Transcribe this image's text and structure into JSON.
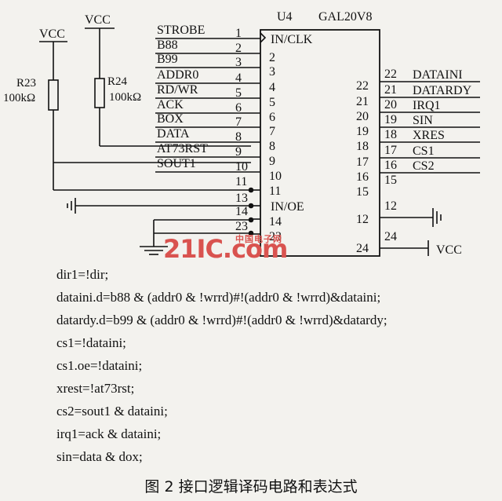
{
  "labels": {
    "chip": "U4",
    "part": "GAL20V8",
    "vcc1": "VCC",
    "vcc2": "VCC",
    "vcc3": "VCC",
    "r23": "R23",
    "r23v": "100kΩ",
    "r24": "R24",
    "r24v": "100kΩ",
    "inclk": "IN/CLK",
    "inoe": "IN/OE"
  },
  "left_pins": [
    {
      "signal": "STROBE",
      "ext": "1",
      "int": ""
    },
    {
      "signal": "B88",
      "ext": "2",
      "int": "2"
    },
    {
      "signal": "B99",
      "ext": "3",
      "int": "3"
    },
    {
      "signal": "ADDR0",
      "ext": "4",
      "int": "4"
    },
    {
      "signal": "RD/WR",
      "ext": "5",
      "int": "5"
    },
    {
      "signal": "ACK",
      "ext": "6",
      "int": "6"
    },
    {
      "signal": "BOX",
      "ext": "7",
      "int": "7"
    },
    {
      "signal": "DATA",
      "ext": "8",
      "int": "8"
    },
    {
      "signal": "AT73RST",
      "ext": "9",
      "int": "9"
    },
    {
      "signal": "SOUT1",
      "ext": "10",
      "int": "10"
    },
    {
      "signal": "",
      "ext": "11",
      "int": "11"
    },
    {
      "signal": "",
      "ext": "13",
      "int": ""
    },
    {
      "signal": "",
      "ext": "14",
      "int": "14"
    },
    {
      "signal": "",
      "ext": "23",
      "int": "23"
    }
  ],
  "right_pins": [
    {
      "signal": "DATAINI",
      "ext": "22",
      "int": "22"
    },
    {
      "signal": "DATARDY",
      "ext": "21",
      "int": "21"
    },
    {
      "signal": "IRQ1",
      "ext": "20",
      "int": "20"
    },
    {
      "signal": "SIN",
      "ext": "19",
      "int": "19"
    },
    {
      "signal": "XRES",
      "ext": "18",
      "int": "18"
    },
    {
      "signal": "CS1",
      "ext": "17",
      "int": "17"
    },
    {
      "signal": "CS2",
      "ext": "16",
      "int": "16"
    },
    {
      "signal": "",
      "ext": "15",
      "int": "15"
    },
    {
      "signal": "",
      "ext": "12",
      "int": "12"
    },
    {
      "signal": "VCC",
      "ext": "24",
      "int": "24"
    }
  ],
  "equations": [
    "dir1=!dir;",
    "dataini.d=b88 & (addr0 & !wrrd)#!(addr0 & !wrrd)&dataini;",
    "datardy.d=b99 & (addr0 & !wrrd)#!(addr0 & !wrrd)&datardy;",
    "cs1=!dataini;",
    "cs1.oe=!dataini;",
    "xrest=!at73rst;",
    "cs2=sout1 & dataini;",
    "irq1=ack & dataini;",
    "sin=data & dox;"
  ],
  "caption": "图 2    接口逻辑译码电路和表达式",
  "watermark": {
    "main": "21IC.com",
    "sub": "中国电子网"
  }
}
